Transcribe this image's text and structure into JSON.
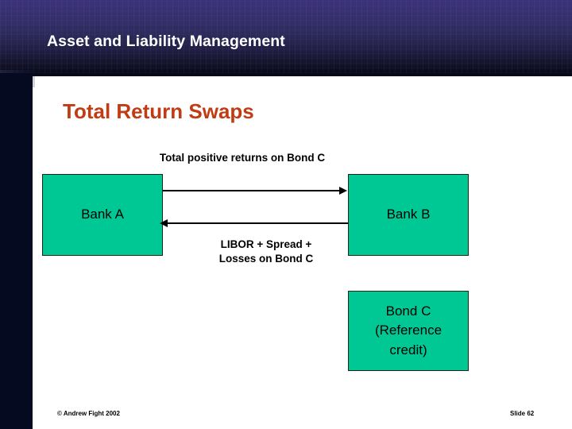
{
  "slide": {
    "title": "Asset and Liability Management",
    "section_heading": "Total Return Swaps",
    "title_color": "#ffffff",
    "section_heading_color": "#bf3c14",
    "header_gradient_top": "#3b3179",
    "header_gradient_bottom": "#080a19",
    "left_bar_color": "#050a21",
    "background_color": "#ffffff"
  },
  "diagram": {
    "box_fill_color": "#00c894",
    "box_border_color": "#1a2419",
    "arrow_color": "#000000",
    "boxes": [
      {
        "id": "bank-a",
        "label": "Bank A"
      },
      {
        "id": "bank-b",
        "label": "Bank B"
      },
      {
        "id": "bond-c",
        "label": "Bond C\n(Reference\ncredit)"
      }
    ],
    "flows": [
      {
        "id": "top-flow",
        "label": "Total positive returns on Bond C",
        "direction": "left-to-right",
        "from": "Bank A",
        "to": "Bank B"
      },
      {
        "id": "bottom-flow",
        "label": "LIBOR + Spread +\nLosses on Bond C",
        "direction": "right-to-left",
        "from": "Bank B",
        "to": "Bank A"
      }
    ]
  },
  "footer": {
    "copyright": "© Andrew Fight 2002",
    "slide_number": "Slide 62"
  }
}
